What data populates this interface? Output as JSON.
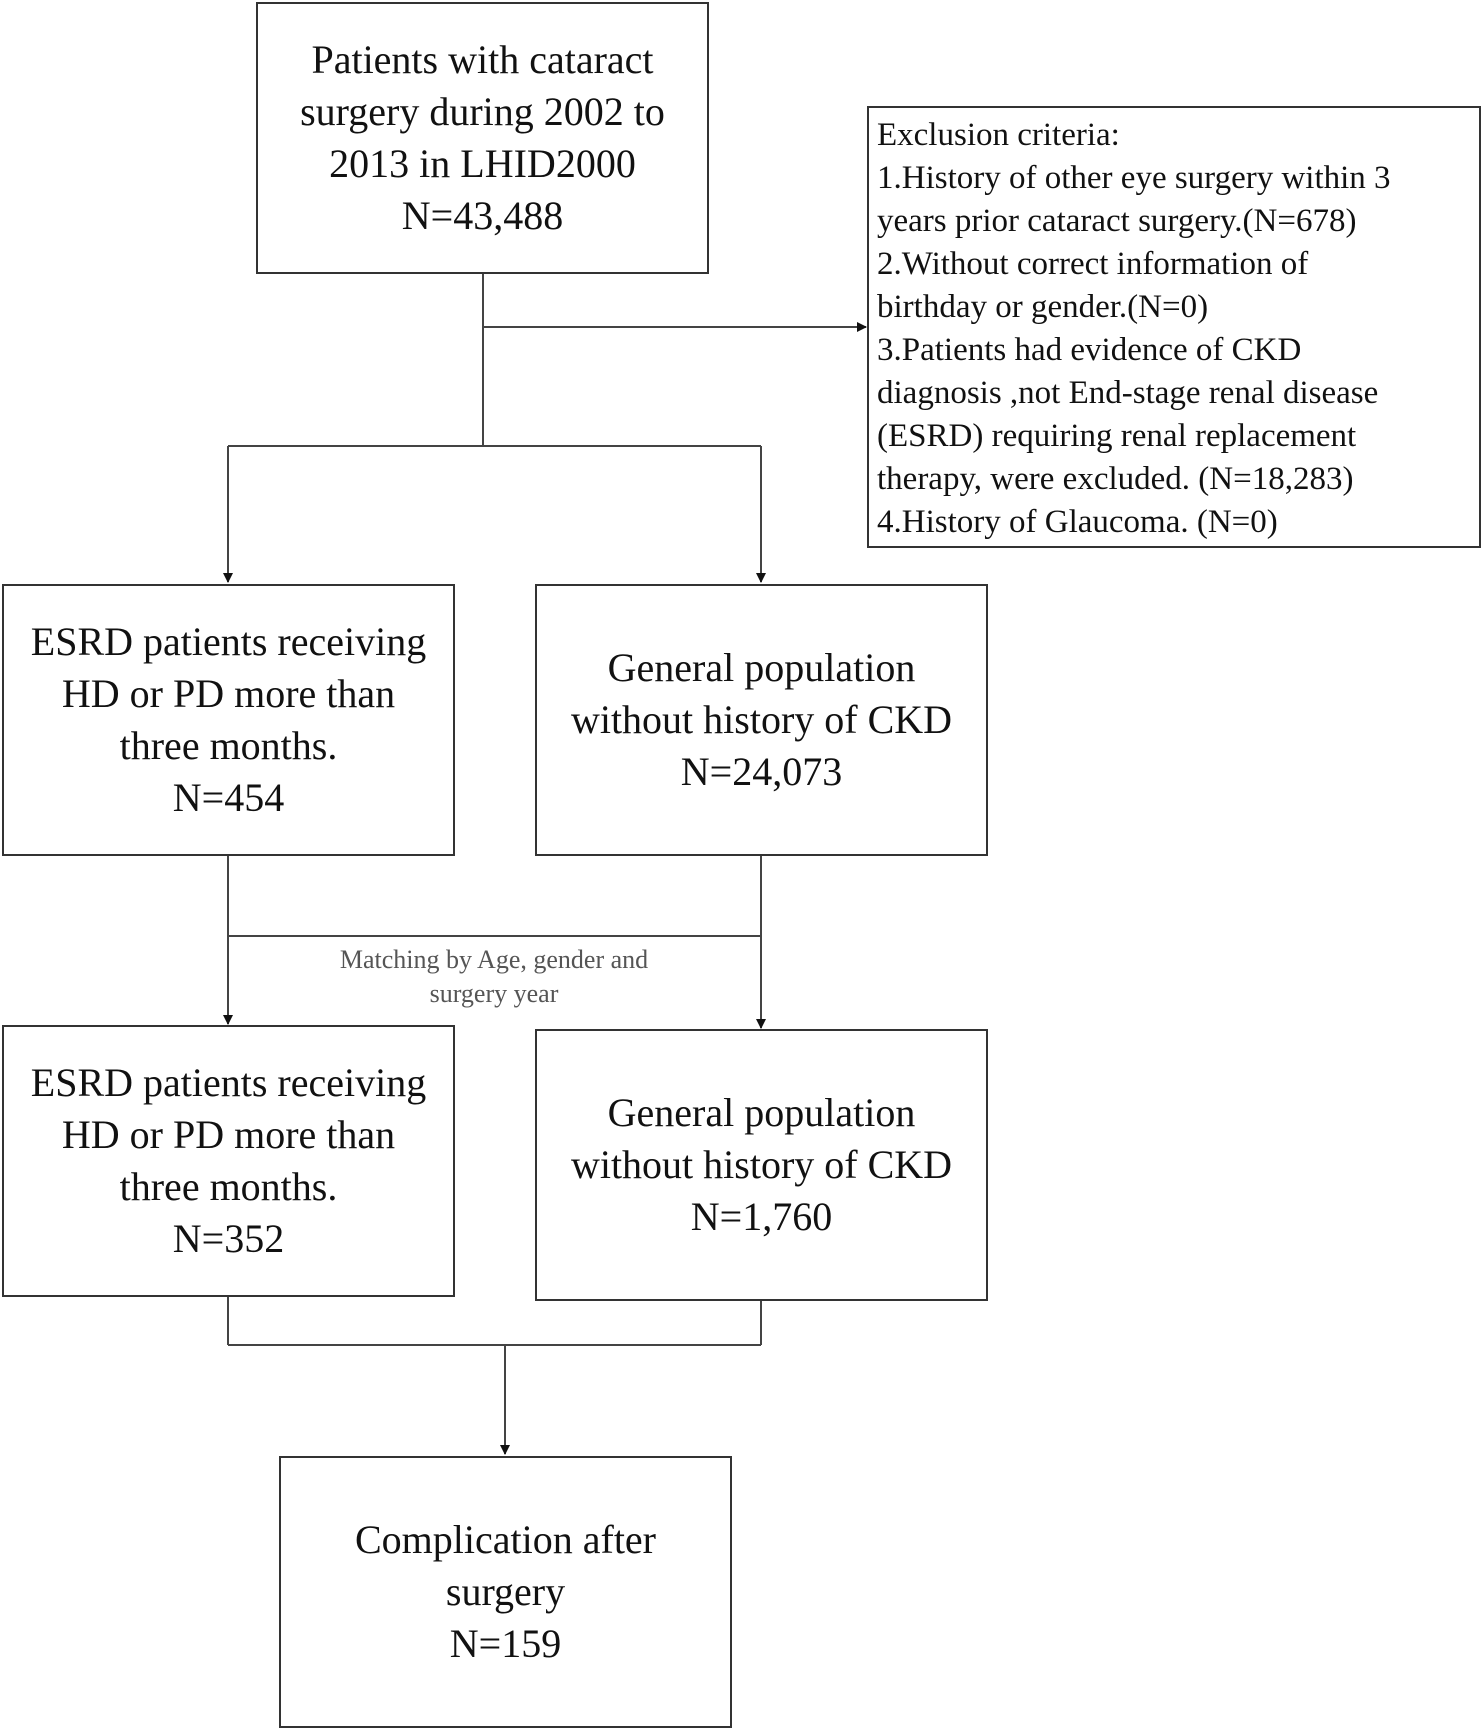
{
  "boxes": {
    "source": {
      "lines": [
        "Patients with cataract",
        "surgery during 2002 to",
        "2013 in LHID2000",
        "N=43,488"
      ]
    },
    "exclusion": {
      "lines": [
        "Exclusion criteria:",
        "1.History of other eye surgery within 3",
        "years prior cataract surgery.(N=678)",
        "2.Without correct information of",
        "birthday or gender.(N=0)",
        "3.Patients had evidence of CKD",
        "diagnosis ,not End-stage renal disease",
        "(ESRD) requiring renal replacement",
        "therapy, were excluded. (N=18,283)",
        "4.History of Glaucoma. (N=0)"
      ]
    },
    "esrd_before": {
      "lines": [
        "ESRD patients receiving",
        "HD or PD  more than",
        "three months.",
        "N=454"
      ]
    },
    "general_before": {
      "lines": [
        "General population",
        "without history of CKD",
        "N=24,073"
      ]
    },
    "esrd_after": {
      "lines": [
        "ESRD patients receiving",
        "HD or PD  more than",
        "three months.",
        "N=352"
      ]
    },
    "general_after": {
      "lines": [
        "General population",
        "without history of CKD",
        "N=1,760"
      ]
    },
    "outcome": {
      "lines": [
        "Complication after",
        "surgery",
        "N=159"
      ]
    }
  },
  "matching_label": {
    "lines": [
      "Matching by Age, gender and",
      "surgery year"
    ]
  }
}
